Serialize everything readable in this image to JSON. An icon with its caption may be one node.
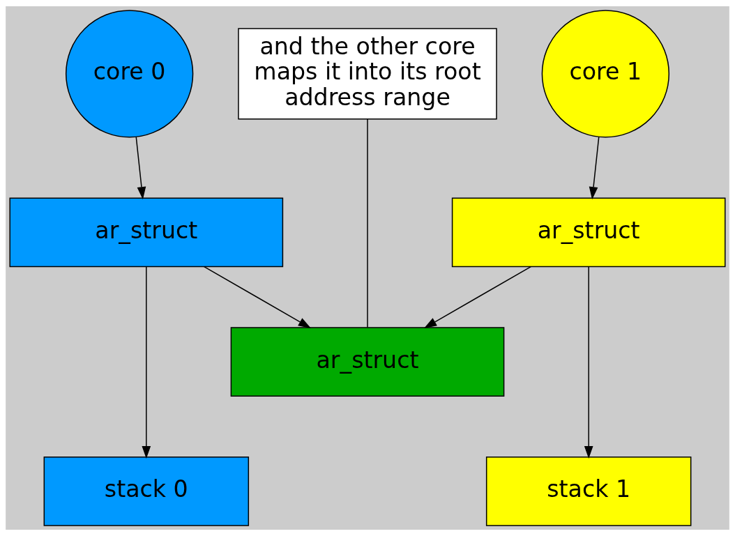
{
  "diagram": {
    "nodes": [
      {
        "text": [
          "core 0"
        ]
      },
      {
        "text": [
          "and the other core maps it into its root address range"
        ]
      },
      {
        "text": [
          "core 1"
        ]
      },
      {
        "text": [
          "ar_struct"
        ]
      },
      {
        "text": [
          "ar_struct"
        ]
      },
      {
        "text": [
          "ar_struct"
        ]
      },
      {
        "text": [
          "stack 0"
        ]
      },
      {
        "text": [
          "stack 1"
        ]
      }
    ],
    "edges": [
      {
        "from": 0,
        "to": 3,
        "arrow": "to"
      },
      {
        "from": 2,
        "to": 4,
        "arrow": "to"
      },
      {
        "from": 1,
        "to": 5,
        "arrow": "none"
      },
      {
        "from": 3,
        "to": 5,
        "arrow": "to"
      },
      {
        "from": 4,
        "to": 5,
        "arrow": "to"
      },
      {
        "from": 3,
        "to": 6,
        "arrow": "to"
      },
      {
        "from": 4,
        "to": 7,
        "arrow": "to"
      }
    ]
  }
}
